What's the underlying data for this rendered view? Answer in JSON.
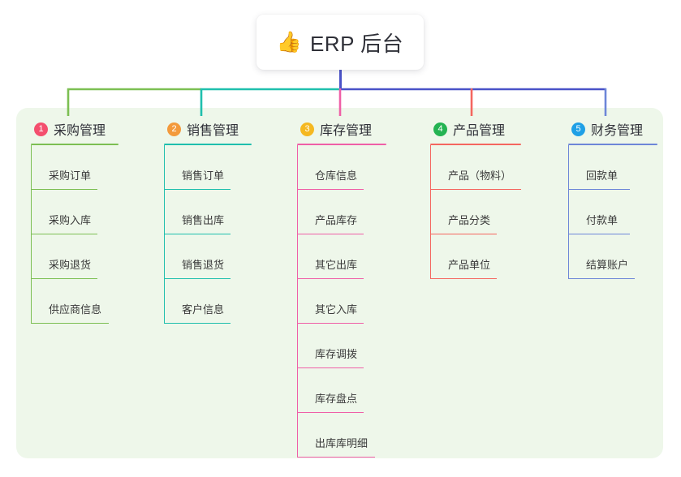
{
  "root": {
    "icon": "thumbs-up-icon",
    "icon_glyph": "👍",
    "label": "ERP 后台"
  },
  "panel": {
    "background": "#eef7ea"
  },
  "columns": [
    {
      "number": "1",
      "title": "采购管理",
      "badge_color": "#f44f6e",
      "line_color": "#7cbf53",
      "rule_width": 108,
      "items": [
        {
          "label": "采购订单",
          "rule_width": 82
        },
        {
          "label": "采购入库",
          "rule_width": 82
        },
        {
          "label": "采购退货",
          "rule_width": 82
        },
        {
          "label": "供应商信息",
          "rule_width": 96
        }
      ]
    },
    {
      "number": "2",
      "title": "销售管理",
      "badge_color": "#f39a3c",
      "line_color": "#1fbfad",
      "rule_width": 108,
      "items": [
        {
          "label": "销售订单",
          "rule_width": 82
        },
        {
          "label": "销售出库",
          "rule_width": 82
        },
        {
          "label": "销售退货",
          "rule_width": 82
        },
        {
          "label": "客户信息",
          "rule_width": 82
        }
      ]
    },
    {
      "number": "3",
      "title": "库存管理",
      "badge_color": "#f5b820",
      "line_color": "#ef5fa7",
      "rule_width": 110,
      "items": [
        {
          "label": "仓库信息",
          "rule_width": 82
        },
        {
          "label": "产品库存",
          "rule_width": 82
        },
        {
          "label": "其它出库",
          "rule_width": 82
        },
        {
          "label": "其它入库",
          "rule_width": 82
        },
        {
          "label": "库存调拨",
          "rule_width": 82
        },
        {
          "label": "库存盘点",
          "rule_width": 82
        },
        {
          "label": "出库库明细",
          "rule_width": 96
        }
      ]
    },
    {
      "number": "4",
      "title": "产品管理",
      "badge_color": "#24b352",
      "line_color": "#f4665f",
      "rule_width": 112,
      "items": [
        {
          "label": "产品（物料）",
          "rule_width": 112
        },
        {
          "label": "产品分类",
          "rule_width": 82
        },
        {
          "label": "产品单位",
          "rule_width": 82
        }
      ]
    },
    {
      "number": "5",
      "title": "财务管理",
      "badge_color": "#1fa0e6",
      "line_color": "#6d86d8",
      "rule_width": 110,
      "items": [
        {
          "label": "回款单",
          "rule_width": 76
        },
        {
          "label": "付款单",
          "rule_width": 76
        },
        {
          "label": "结算账户",
          "rule_width": 82
        }
      ]
    }
  ],
  "connectors": {
    "trunk_color": "#4a52c8",
    "bus_segments": [
      {
        "from": "col1",
        "to": "col2",
        "color": "#7cbf53"
      },
      {
        "from": "col2",
        "to": "col3",
        "color": "#1fbfad"
      },
      {
        "from": "col3",
        "to": "col5",
        "color": "#4a52c8"
      }
    ],
    "drops": [
      {
        "column": "1",
        "color": "#7cbf53"
      },
      {
        "column": "2",
        "color": "#1fbfad"
      },
      {
        "column": "3",
        "color": "#ef5fa7"
      },
      {
        "column": "4",
        "color": "#f4665f"
      },
      {
        "column": "5",
        "color": "#6d86d8"
      }
    ]
  }
}
